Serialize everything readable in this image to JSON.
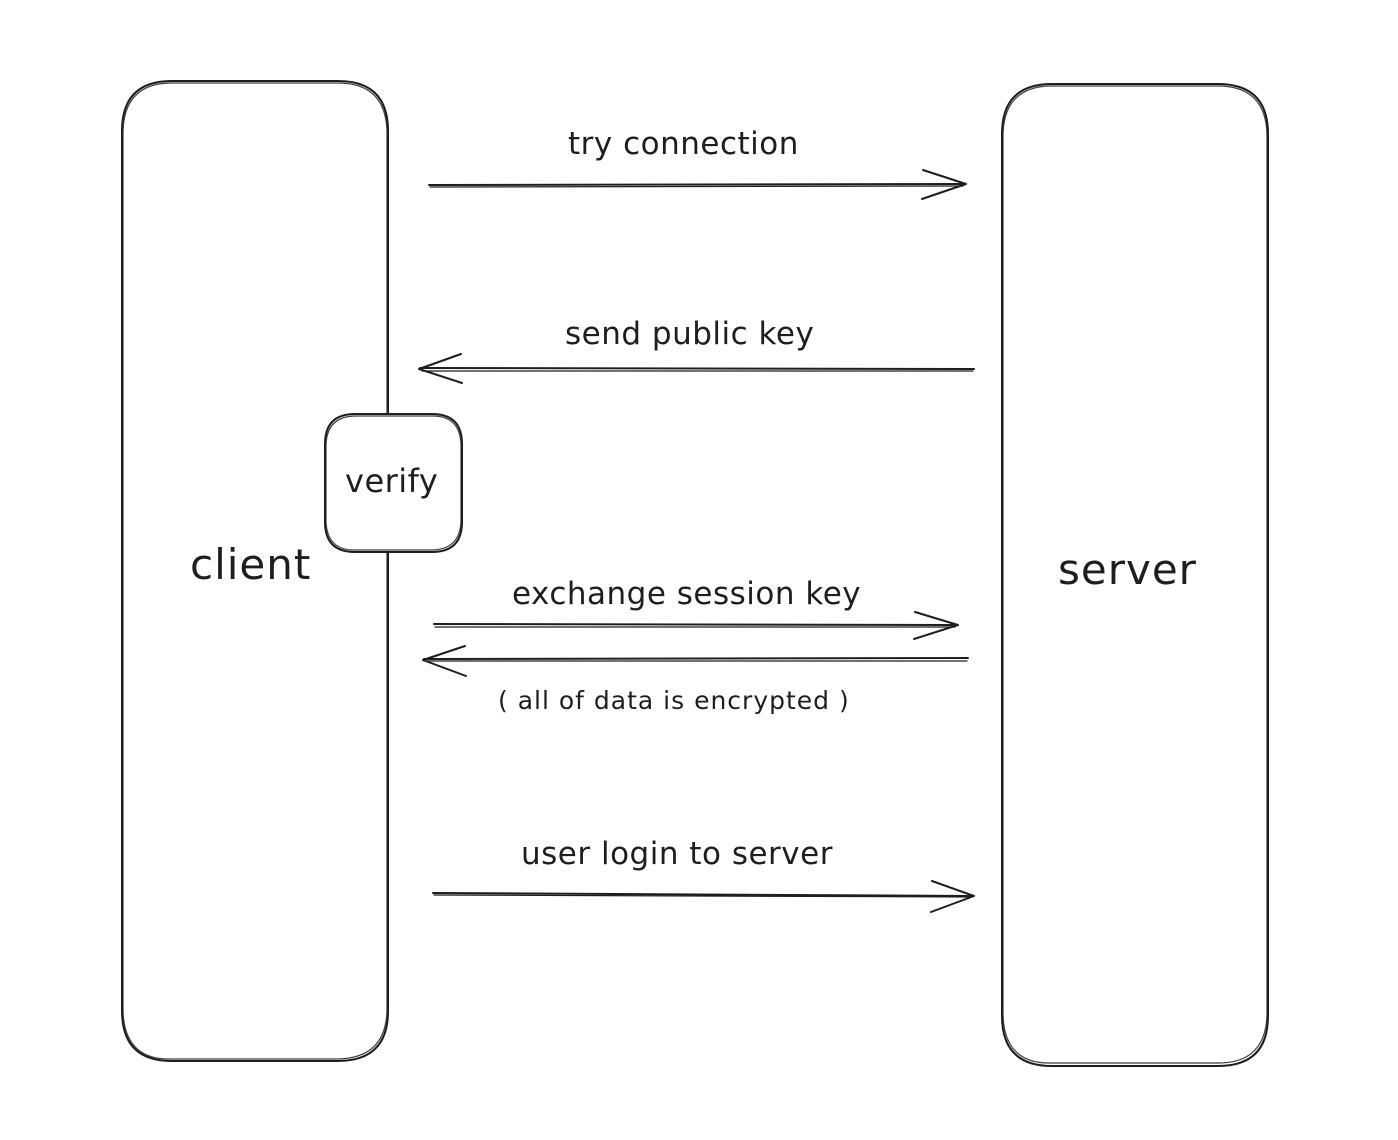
{
  "diagram": {
    "nodes": {
      "client": "client",
      "server": "server",
      "verify": "verify"
    },
    "edges": {
      "try_connection": "try connection",
      "send_public_key": "send public key",
      "exchange_session_key": "exchange session key",
      "encrypted_note": "( all of data is encrypted )",
      "user_login": "user login to server"
    },
    "stroke_color": "#1e1e1e",
    "background_color": "#ffffff"
  }
}
